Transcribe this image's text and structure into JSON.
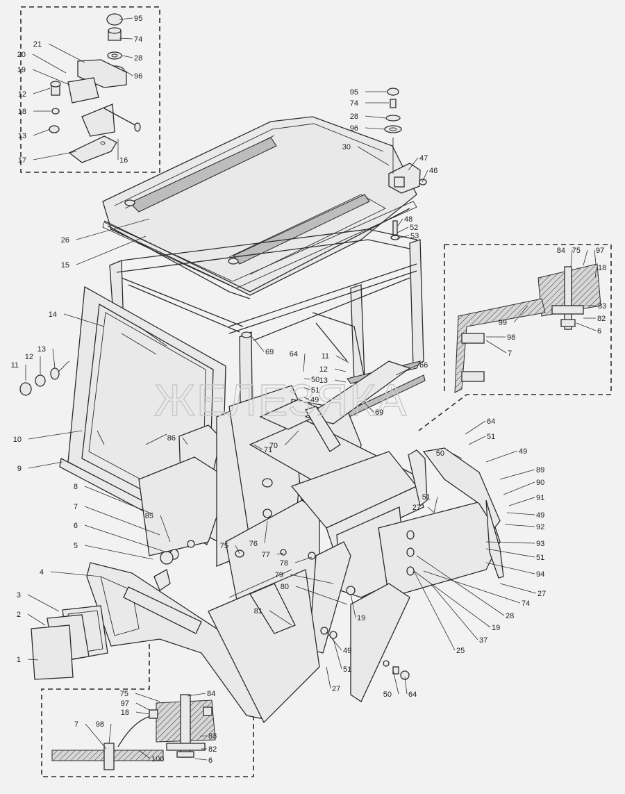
{
  "watermark": "ЖЕЛЕЗЯКА",
  "callouts": [
    "95",
    "74",
    "28",
    "96",
    "21",
    "20",
    "19",
    "12",
    "18",
    "13",
    "17",
    "16",
    "95",
    "74",
    "28",
    "96",
    "30",
    "47",
    "46",
    "48",
    "52",
    "53",
    "26",
    "15",
    "84",
    "75",
    "97",
    "18",
    "83",
    "82",
    "6",
    "99",
    "98",
    "7",
    "14",
    "11",
    "12",
    "13",
    "10",
    "9",
    "69",
    "64",
    "50",
    "51",
    "49",
    "11",
    "12",
    "13",
    "66",
    "69",
    "70",
    "71",
    "86",
    "64",
    "51",
    "50",
    "49",
    "89",
    "90",
    "91",
    "49",
    "92",
    "93",
    "51",
    "94",
    "27",
    "74",
    "28",
    "19",
    "37",
    "25",
    "8",
    "7",
    "6",
    "5",
    "4",
    "3",
    "2",
    "1",
    "85",
    "75",
    "76",
    "77",
    "78",
    "79",
    "80",
    "81",
    "19",
    "49",
    "51",
    "27",
    "50",
    "64",
    "27",
    "51",
    "75",
    "84",
    "97",
    "18",
    "83",
    "82",
    "6",
    "7",
    "98",
    "100"
  ]
}
